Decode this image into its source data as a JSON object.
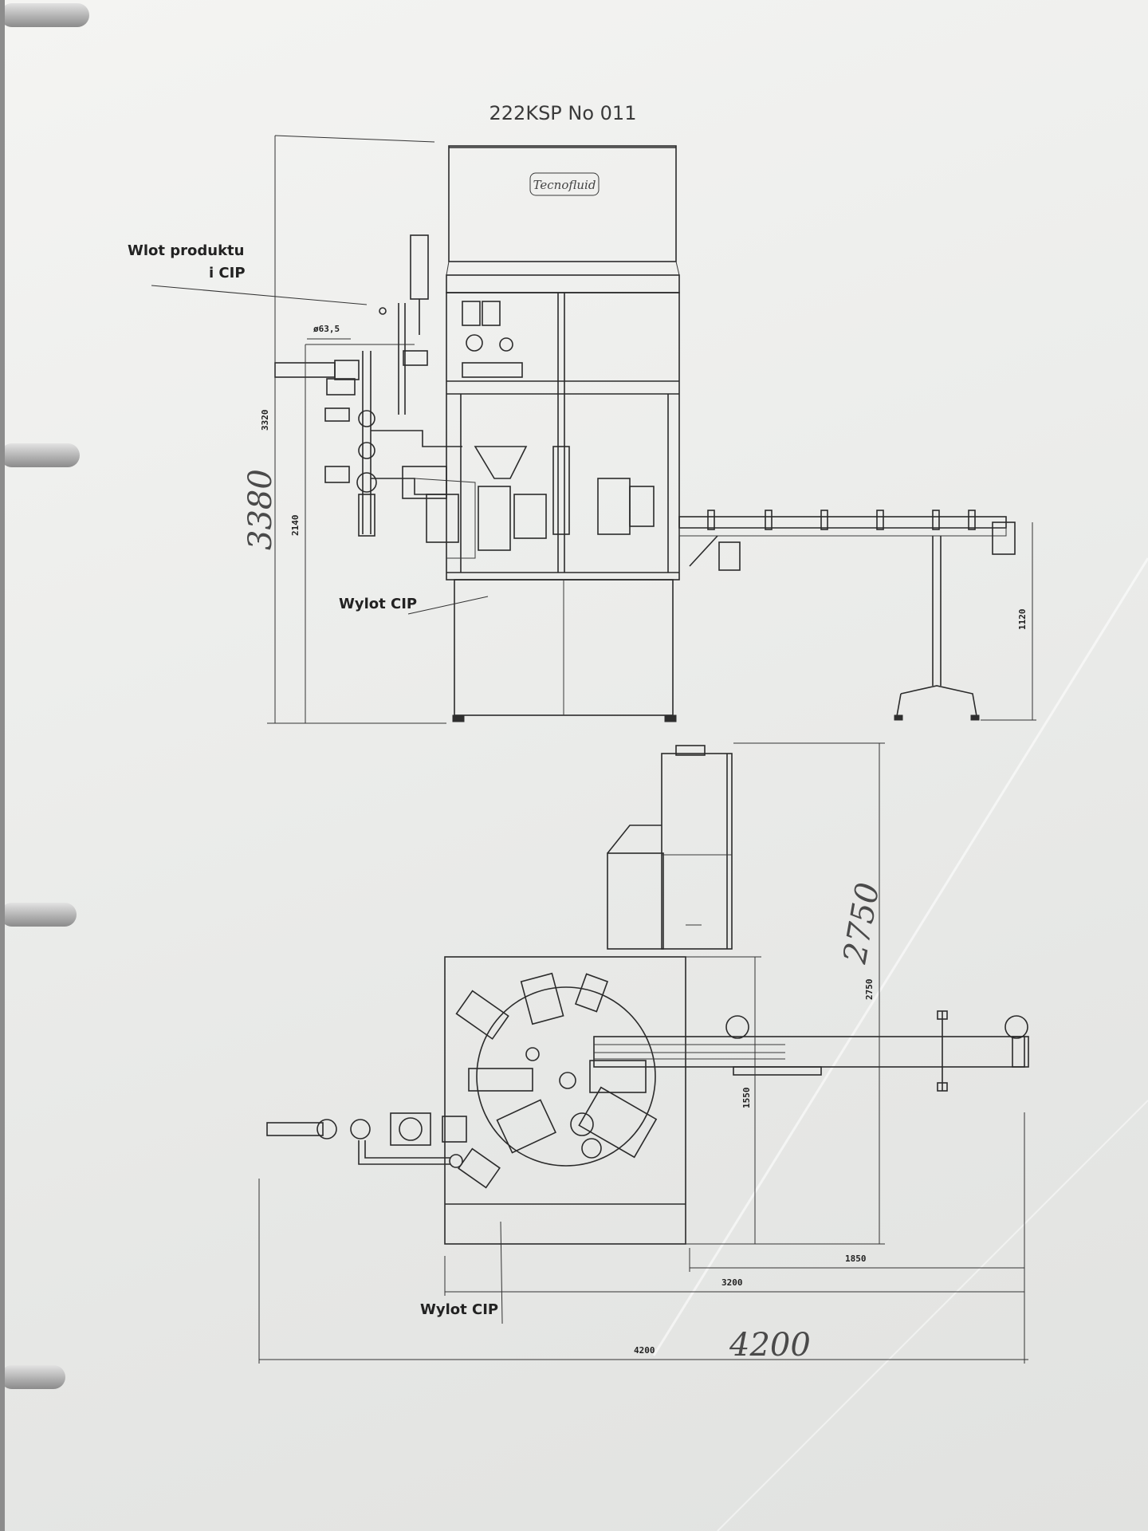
{
  "document": {
    "title": "222KSP No 011",
    "logo_text": "Tecnofluid"
  },
  "annotations": {
    "inlet_label_line1": "Wlot produktu",
    "inlet_label_line2": "i CIP",
    "outlet_label_top": "Wylot CIP",
    "outlet_label_bottom": "Wylot CIP",
    "pipe_diameter": "ø63,5"
  },
  "dimensions": {
    "front_total_height": "3320",
    "front_mid_height": "2140",
    "conveyor_height": "1120",
    "plan_depth": "2750",
    "plan_depth_inner": "1550",
    "plan_width_right": "1850",
    "plan_width_mid": "3200",
    "plan_width_total": "4200"
  },
  "handwritten": {
    "height_correction": "3380",
    "depth_correction": "2750",
    "width_correction": "4200"
  },
  "colors": {
    "paper": "#eeeeec",
    "ink": "#2b2b2b",
    "pencil": "#4a4a4a",
    "binder_ring": "#9a9a9a"
  }
}
